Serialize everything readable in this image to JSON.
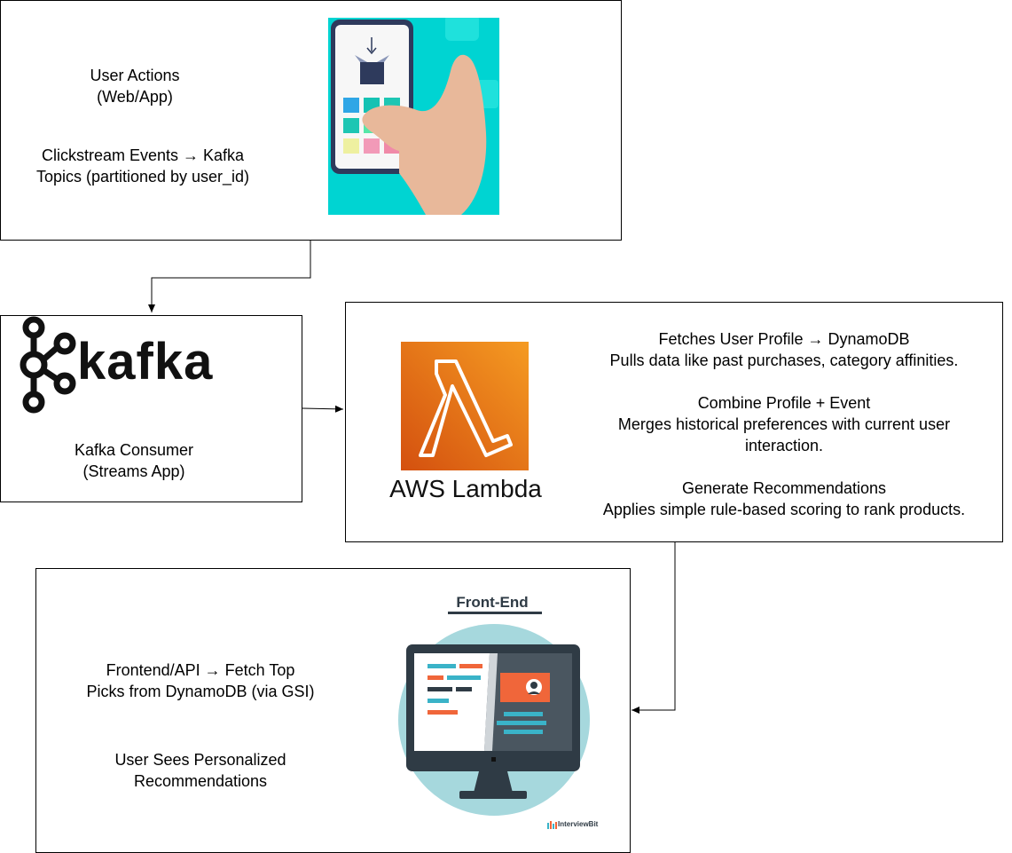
{
  "box_user": {
    "title": "User Actions\n(Web/App)",
    "events": "Clickstream Events → Kafka\nTopics (partitioned by user_id)"
  },
  "box_kafka": {
    "logo_text": "kafka",
    "caption": "Kafka Consumer\n(Streams App)"
  },
  "box_lambda": {
    "logo_text": "AWS Lambda",
    "fetch": "Fetches User Profile → DynamoDB\nPulls data like past purchases, category affinities.",
    "combine": "Combine Profile + Event\nMerges historical preferences with current user\ninteraction.",
    "generate": "Generate Recommendations\nApplies simple rule-based scoring to rank products."
  },
  "box_frontend": {
    "illus_title": "Front-End",
    "illus_watermark": "InterviewBit",
    "fetch": "Frontend/API → Fetch Top\nPicks from DynamoDB (via GSI)",
    "sees": "User Sees Personalized\nRecommendations"
  },
  "colors": {
    "phone_bg": "#00d4d2",
    "hand": "#e8b89a",
    "lambda_top": "#f59b22",
    "lambda_bottom": "#d4500f",
    "monitor_circle": "#a6d8dd",
    "monitor_frame": "#2f3b45",
    "accent_orange": "#f0663a",
    "accent_teal": "#3ab3c8"
  },
  "icons": [
    "phone-app-icon",
    "kafka-logo-icon",
    "aws-lambda-icon",
    "frontend-monitor-icon"
  ]
}
